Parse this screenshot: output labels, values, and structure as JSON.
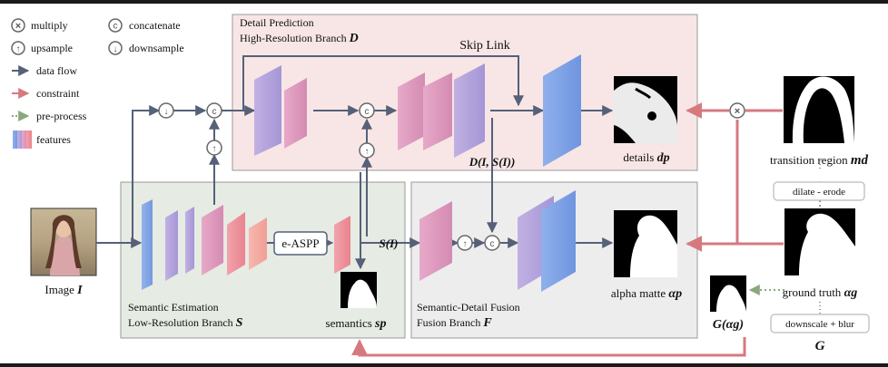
{
  "legend": {
    "multiply": "multiply",
    "concatenate": "concatenate",
    "upsample": "upsample",
    "downsample": "downsample",
    "data_flow": "data flow",
    "constraint": "constraint",
    "pre_process": "pre-process",
    "features": "features"
  },
  "branches": {
    "detail_title_line1": "Detail Prediction",
    "detail_title_line2": "High-Resolution Branch",
    "detail_symbol": "D",
    "semantic_title_line1": "Semantic Estimation",
    "semantic_title_line2": "Low-Resolution Branch",
    "semantic_symbol": "S",
    "fusion_title_line1": "Semantic-Detail Fusion",
    "fusion_title_line2": "Fusion Branch",
    "fusion_symbol": "F"
  },
  "labels": {
    "skip_link": "Skip Link",
    "easpp": "e-ASPP",
    "s_of_i": "S(I)",
    "d_of_i": "D(I, S(I))",
    "image": "Image",
    "image_symbol": "I",
    "details": "details",
    "details_symbol": "dp",
    "semantics": "semantics",
    "semantics_symbol": "sp",
    "alpha_matte": "alpha matte",
    "alpha_symbol": "αp",
    "transition_region": "transition region",
    "transition_symbol": "md",
    "dilate_erode": "dilate - erode",
    "ground_truth": "ground truth",
    "ground_truth_symbol": "αg",
    "downscale_blur": "downscale + blur",
    "g_of_alpha": "G(αg)",
    "g_symbol": "G"
  },
  "op_symbols": {
    "multiply": "×",
    "concatenate": "c",
    "upsample": "↑",
    "downsample": "↓"
  },
  "colors": {
    "data_flow": "#556178",
    "constraint": "#d6797f",
    "pre_process": "#8aa87f",
    "detail_bg": "#f8e6e6",
    "semantic_bg": "#e6ebe3",
    "fusion_bg": "#ededee"
  }
}
